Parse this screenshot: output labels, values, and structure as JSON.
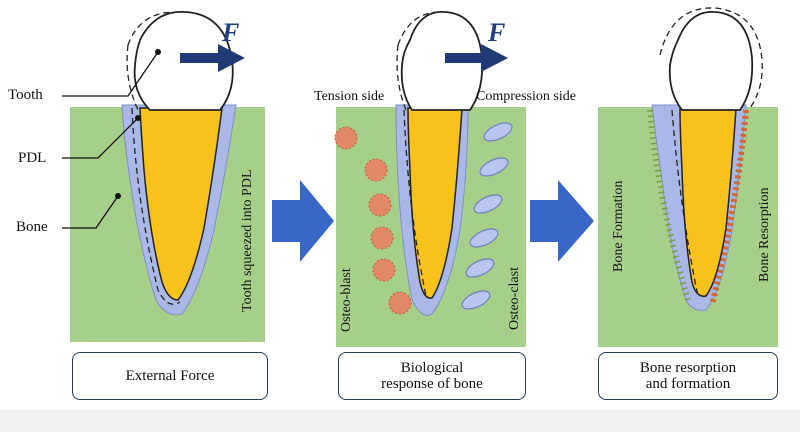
{
  "colors": {
    "bone": "#a6d08a",
    "pdl": "#a9b8e6",
    "pulp": "#f7c21a",
    "arrow": "#3867c8",
    "force_arrow": "#1f3a75",
    "blast": "#e28866",
    "clast": "#b9c6ef"
  },
  "labels": {
    "tooth": "Tooth",
    "pdl": "PDL",
    "bone": "Bone",
    "force": "F",
    "tension_side": "Tension side",
    "compression_side": "Compression side",
    "tooth_squeezed": "Tooth squeezed into PDL",
    "osteo_blast": "Osteo-blast",
    "osteo_clast": "Osteo-clast",
    "bone_formation": "Bone Formation",
    "bone_resorption": "Bone Resorption"
  },
  "boxes": {
    "external_force": "External Force",
    "biological_line1": "Biological",
    "biological_line2": "response of bone",
    "resorption_line1": "Bone resorption",
    "resorption_line2": "and formation"
  }
}
